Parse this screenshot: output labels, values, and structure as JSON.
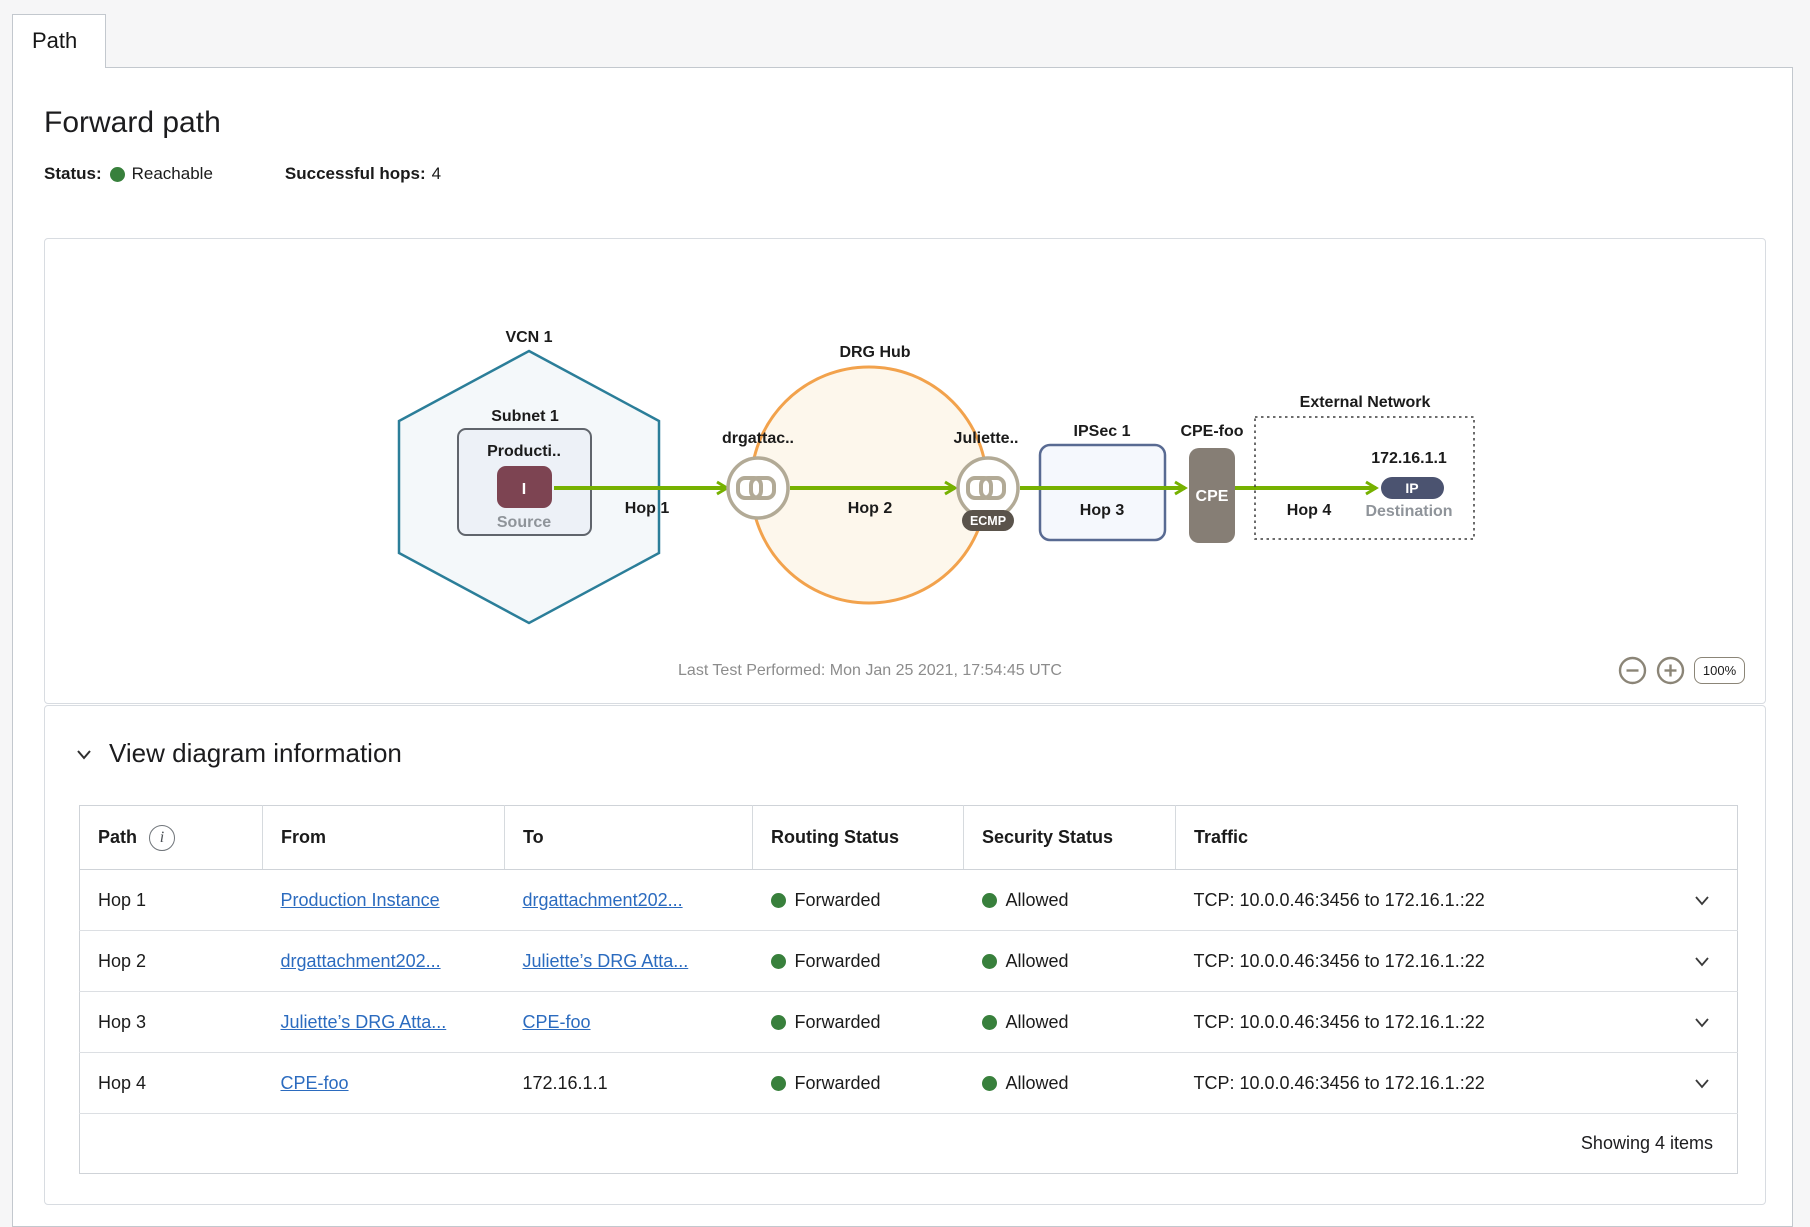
{
  "tab": {
    "label": "Path"
  },
  "header": {
    "title": "Forward path",
    "status_label": "Status:",
    "status_value": "Reachable",
    "hops_label": "Successful hops:",
    "hops_value": "4"
  },
  "diagram": {
    "vcn_label": "VCN 1",
    "subnet_label": "Subnet 1",
    "instance_label": "Producti..",
    "instance_icon_letter": "I",
    "source_label": "Source",
    "hop1_label": "Hop 1",
    "drg_hub_label": "DRG Hub",
    "drg_attachment1_label": "drgattac..",
    "hop2_label": "Hop 2",
    "drg_attachment2_label": "Juliette..",
    "ecmp_badge": "ECMP",
    "hop3_label": "Hop 3",
    "ipsec_label": "IPSec 1",
    "cpe_title": "CPE-foo",
    "cpe_box_label": "CPE",
    "hop4_label": "Hop 4",
    "external_network_label": "External Network",
    "destination_ip": "172.16.1.1",
    "ip_badge": "IP",
    "destination_label": "Destination",
    "last_test": "Last Test Performed: Mon Jan 25 2021, 17:54:45 UTC",
    "zoom_level": "100%",
    "colors": {
      "arrow_green": "#76b100",
      "status_green": "#38803c",
      "vcn_teal": "#2b7e99",
      "drg_orange": "#f2a24c",
      "attachment_taupe": "#b2aa96",
      "instance_maroon": "#7d4452",
      "link_blue": "#2b6bbf"
    }
  },
  "info_section": {
    "title": "View diagram information",
    "info_icon": "i"
  },
  "table": {
    "columns": [
      "Path",
      "From",
      "To",
      "Routing Status",
      "Security Status",
      "Traffic"
    ],
    "rows": [
      {
        "path": "Hop 1",
        "from": "Production Instance",
        "to": "drgattachment202...",
        "routing": "Forwarded",
        "security": "Allowed",
        "traffic": "TCP: 10.0.0.46:3456 to 172.16.1.:22"
      },
      {
        "path": "Hop 2",
        "from": "drgattachment202...",
        "to": "Juliette’s DRG Atta...",
        "routing": "Forwarded",
        "security": "Allowed",
        "traffic": "TCP: 10.0.0.46:3456 to 172.16.1.:22"
      },
      {
        "path": "Hop 3",
        "from": "Juliette’s DRG Atta...",
        "to": "CPE-foo",
        "routing": "Forwarded",
        "security": "Allowed",
        "traffic": "TCP: 10.0.0.46:3456 to 172.16.1.:22"
      },
      {
        "path": "Hop 4",
        "from": "CPE-foo",
        "to": "172.16.1.1",
        "routing": "Forwarded",
        "security": "Allowed",
        "traffic": "TCP: 10.0.0.46:3456 to 172.16.1.:22"
      }
    ],
    "footer": "Showing 4 items"
  }
}
